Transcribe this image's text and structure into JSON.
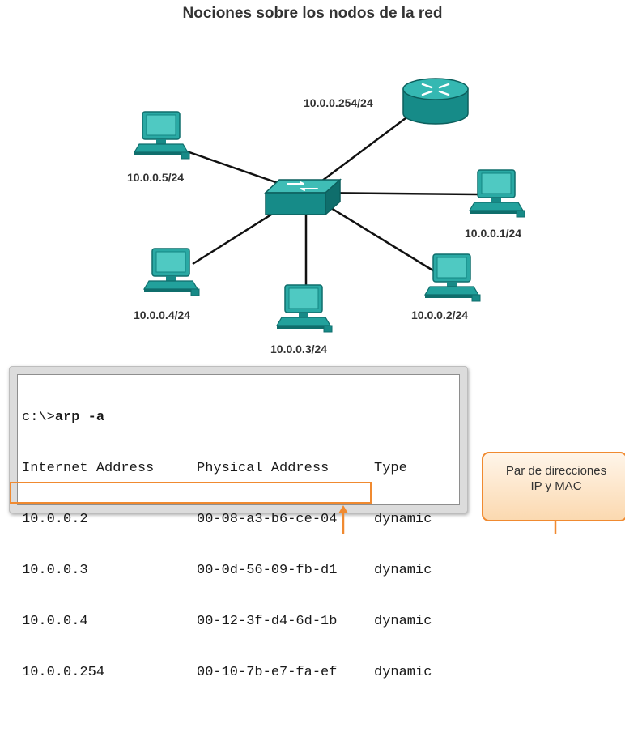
{
  "title": "Nociones sobre los nodos de la red",
  "nodes": {
    "router": "10.0.0.254/24",
    "host_5": "10.0.0.5/24",
    "host_1": "10.0.0.1/24",
    "host_4": "10.0.0.4/24",
    "host_2": "10.0.0.2/24",
    "host_3": "10.0.0.3/24"
  },
  "arp": {
    "prompt": "c:\\>",
    "command": "arp -a",
    "headers": [
      "Internet Address",
      "Physical Address",
      "Type"
    ],
    "rows": [
      [
        "10.0.0.2",
        "00-08-a3-b6-ce-04",
        "dynamic"
      ],
      [
        "10.0.0.3",
        "00-0d-56-09-fb-d1",
        "dynamic"
      ],
      [
        "10.0.0.4",
        "00-12-3f-d4-6d-1b",
        "dynamic"
      ],
      [
        "10.0.0.254",
        "00-10-7b-e7-fa-ef",
        "dynamic"
      ]
    ]
  },
  "callout": {
    "line1": "Par de direcciones",
    "line2": "IP y MAC"
  },
  "colors": {
    "device": "#1f9f9c",
    "device_dark": "#0f6e6c",
    "highlight": "#f08a30",
    "link": "#000000"
  }
}
